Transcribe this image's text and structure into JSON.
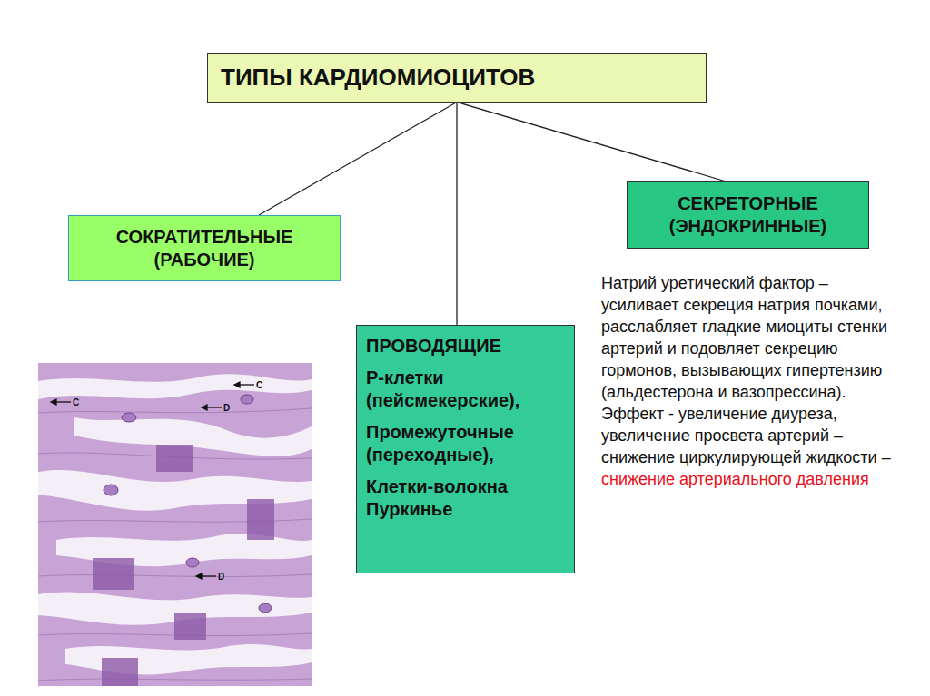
{
  "diagram": {
    "nodes": [
      {
        "text": [
          "ТИПЫ КАРДИОМИОЦИТОВ"
        ]
      },
      {
        "text": [
          "СОКРАТИТЕЛЬНЫЕ (РАБОЧИЕ)"
        ]
      },
      {
        "text": [
          "ПРОВОДЯЩИЕ",
          "Р-клетки (пейсмекерские),",
          "Промежуточные (переходные),",
          "Клетки-волокна Пуркинье"
        ]
      },
      {
        "text": [
          "СЕКРЕТОРНЫЕ (ЭНДОКРИННЫЕ)"
        ]
      }
    ],
    "edges": [
      {
        "from": 0,
        "to": 1,
        "arrow": "none"
      },
      {
        "from": 0,
        "to": 2,
        "arrow": "none"
      },
      {
        "from": 0,
        "to": 3,
        "arrow": "none"
      }
    ],
    "labels": [
      "Натрий уретический фактор – усиливает секреция натрия почками, расслабляет гладкие миоциты стенки артерий и подовляет секрецию гормонов, вызывающих гипертензию (альдестерона и вазопрессина).",
      "Эффект - увеличение диуреза, увеличение просвета артерий – снижение циркулирующей жидкости –",
      "снижение артериального давления",
      "C",
      "C",
      "D",
      "D"
    ]
  }
}
